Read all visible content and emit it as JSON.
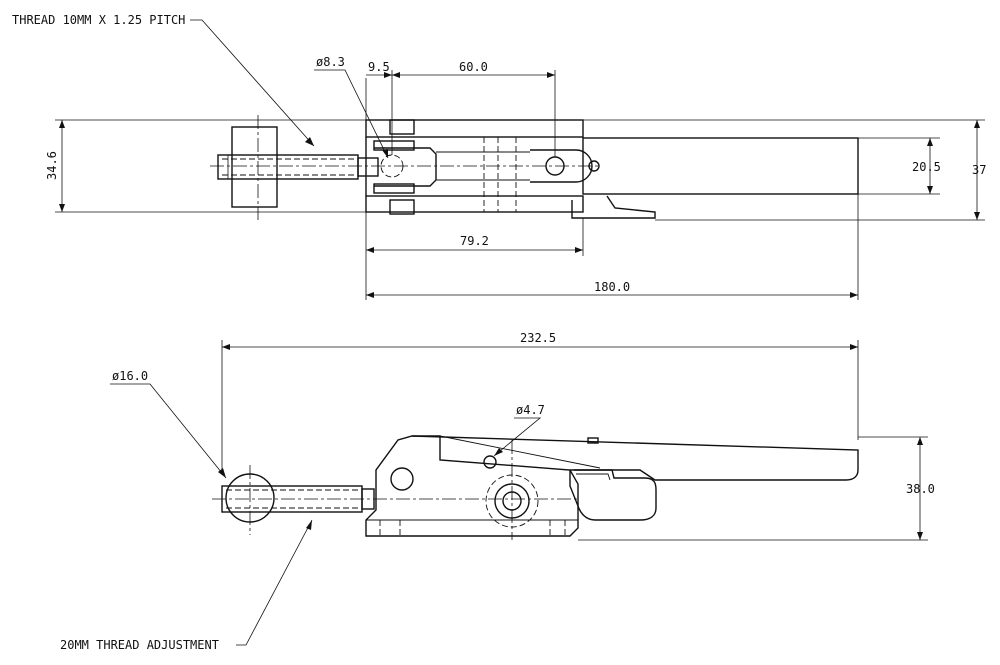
{
  "notes": {
    "thread": "THREAD 10MM X 1.25 PITCH",
    "adjustment": "20MM THREAD ADJUSTMENT"
  },
  "dimensions": {
    "hole_top": "ø8.3",
    "d_9_5": "9.5",
    "d_60": "60.0",
    "d_34_6": "34.6",
    "d_20_5": "20.5",
    "d_37": "37",
    "d_79_2": "79.2",
    "d_180": "180.0",
    "d_232_5": "232.5",
    "ball": "ø16.0",
    "hole_side": "ø4.7",
    "d_38": "38.0"
  }
}
